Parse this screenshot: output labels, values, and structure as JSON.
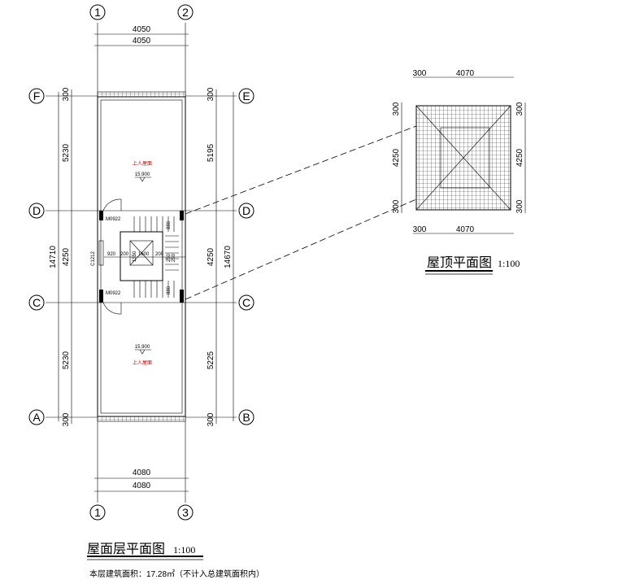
{
  "plan": {
    "axes_top": [
      "1",
      "2"
    ],
    "axes_bottom": [
      "1",
      "3"
    ],
    "axes_left": [
      "F",
      "D",
      "C",
      "A"
    ],
    "axes_right": [
      "E",
      "D",
      "C",
      "B"
    ],
    "dim_top": [
      "4050",
      "4050"
    ],
    "dim_bottom": [
      "4080",
      "4080"
    ],
    "dim_left_chain": [
      "300",
      "5230",
      "4250",
      "5230",
      "300"
    ],
    "dim_left_total": "14710",
    "dim_right_chain": [
      "300",
      "5195",
      "4250",
      "5225",
      "300"
    ],
    "dim_right_total": "14670",
    "room_top": {
      "label": "上人屋面",
      "elev": "15.900"
    },
    "room_bottom": {
      "label": "上人屋面",
      "elev": "15.900"
    },
    "door_labels": [
      "M0922",
      "M0922"
    ],
    "window_label": "C1212",
    "stair_dims": [
      "920",
      "200",
      "1600",
      "200",
      "250",
      "880",
      "880",
      "250",
      "1550"
    ],
    "title": "屋面层平面图",
    "scale": "1:100",
    "area_note": "本层建筑面积：17.28㎡（不计入总建筑面积内）"
  },
  "roof": {
    "dim_top": [
      "300",
      "4070"
    ],
    "dim_bottom": [
      "300",
      "4070"
    ],
    "dim_left": [
      "300",
      "4250",
      "300"
    ],
    "dim_right": [
      "300",
      "4250",
      "300"
    ],
    "title": "屋顶平面图",
    "scale": "1:100"
  }
}
